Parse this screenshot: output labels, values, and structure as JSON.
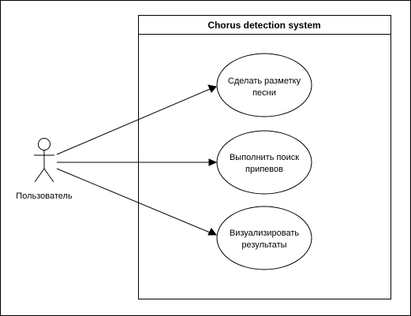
{
  "diagram": {
    "system_title": "Chorus detection system",
    "actor": {
      "label": "Пользователь"
    },
    "use_cases": [
      {
        "lines": [
          "Сделать разметку",
          "песни"
        ]
      },
      {
        "lines": [
          "Выполнить поиск",
          "припевов"
        ]
      },
      {
        "lines": [
          "Визуализировать",
          "результаты"
        ]
      }
    ]
  }
}
